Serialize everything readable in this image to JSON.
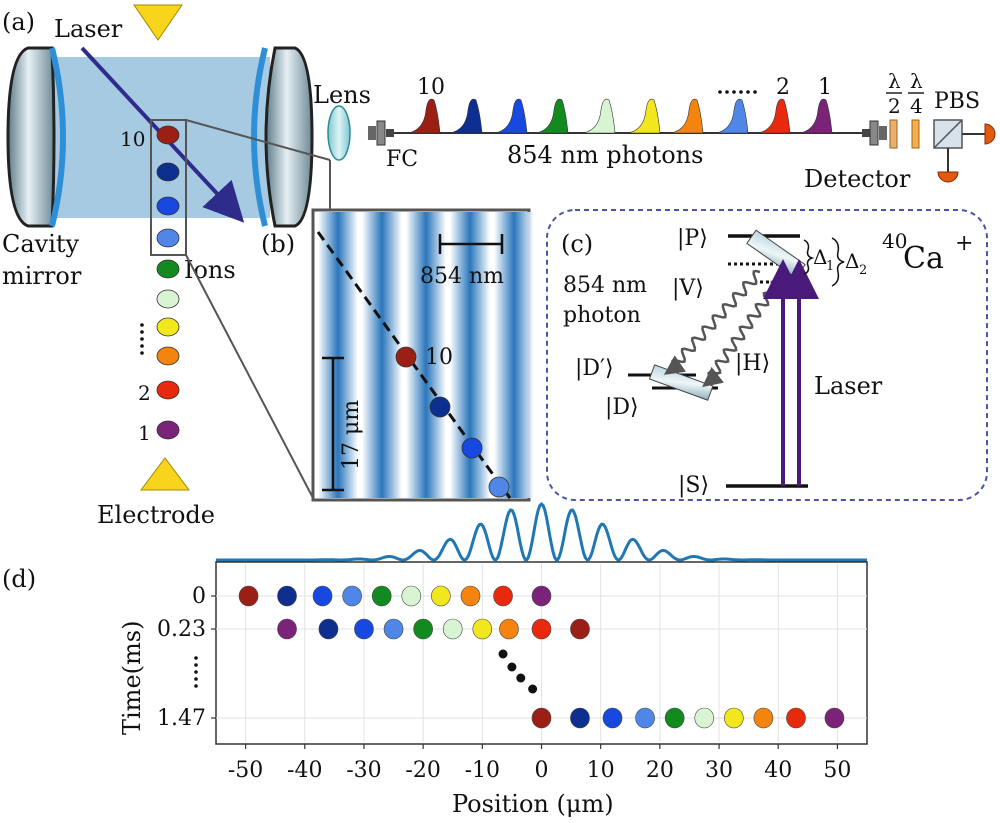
{
  "panel_labels": {
    "a": "(a)",
    "b": "(b)",
    "c": "(c)",
    "d": "(d)"
  },
  "panel_a": {
    "laser": "Laser",
    "cavity_mirror_line1": "Cavity",
    "cavity_mirror_line2": "mirror",
    "ions": "Ions",
    "electrode": "Electrode",
    "ion_label_top": "10",
    "ion_label_2": "2",
    "ion_label_1": "1",
    "lens": "Lens",
    "fc": "FC",
    "photon_label_10": "10",
    "photon_label_2": "2",
    "photon_label_1": "1",
    "photons_caption": "854 nm photons",
    "half_wave_num": "λ",
    "half_wave_den": "2",
    "quarter_wave_num": "λ",
    "quarter_wave_den": "4",
    "pbs": "PBS",
    "detector": "Detector",
    "ion_colors": [
      "#9b1f14",
      "#0d2f8f",
      "#1749e0",
      "#4f86e8",
      "#138a20",
      "#d8f4d2",
      "#f2e61c",
      "#f5840f",
      "#e8290e",
      "#7b2379"
    ]
  },
  "panel_b": {
    "scale_x": "854 nm",
    "scale_y": "17 μm",
    "ion_label": "10"
  },
  "panel_c": {
    "P": "|P⟩",
    "V": "|V⟩",
    "H": "|H⟩",
    "Dp": "|D′⟩",
    "D": "|D⟩",
    "S": "|S⟩",
    "delta1": "Δ",
    "delta1_sub": "1",
    "delta2": "Δ",
    "delta2_sub": "2",
    "species_mass": "40",
    "species": "Ca",
    "species_charge": "+",
    "photon_line1": "854 nm",
    "photon_line2": "photon",
    "laser": "Laser"
  },
  "chart_data": {
    "type": "scatter",
    "xlabel": "Position (μm)",
    "ylabel": "Time(ms)",
    "xlim": [
      -55,
      55
    ],
    "xticks": [
      -50,
      -40,
      -30,
      -20,
      -10,
      0,
      10,
      20,
      30,
      40,
      50
    ],
    "ytick_labels": [
      "0",
      "0.23",
      "1.47"
    ],
    "grid": true,
    "series": [
      {
        "time_label": "0",
        "x": [
          -49.5,
          -43,
          -37,
          -32,
          -27,
          -22,
          -17,
          -12,
          -6.5,
          0
        ]
      },
      {
        "time_label": "0.23",
        "x": [
          -43,
          -36,
          -30,
          -25,
          -20,
          -15,
          -10,
          -5.5,
          0,
          6.5
        ]
      },
      {
        "time_label": "1.47",
        "x": [
          0,
          6.5,
          12,
          17.5,
          22.5,
          27.5,
          32.5,
          37.5,
          43,
          49.5
        ]
      }
    ],
    "colors_by_ion": [
      "#9b1f14",
      "#0d2f8f",
      "#1749e0",
      "#4f86e8",
      "#138a20",
      "#d8f4d2",
      "#f2e61c",
      "#f5840f",
      "#e8290e",
      "#7b2379"
    ],
    "row0_order": [
      1,
      2,
      3,
      4,
      5,
      6,
      7,
      8,
      9,
      10
    ],
    "row1_order": [
      10,
      2,
      3,
      4,
      5,
      6,
      7,
      8,
      9,
      1
    ],
    "row2_order": [
      1,
      2,
      3,
      4,
      5,
      6,
      7,
      8,
      9,
      10
    ],
    "dotted_path_x": [
      -6.5,
      -5,
      -3.5,
      -1.5
    ],
    "top_profile": "standing-wave intensity envelope"
  }
}
